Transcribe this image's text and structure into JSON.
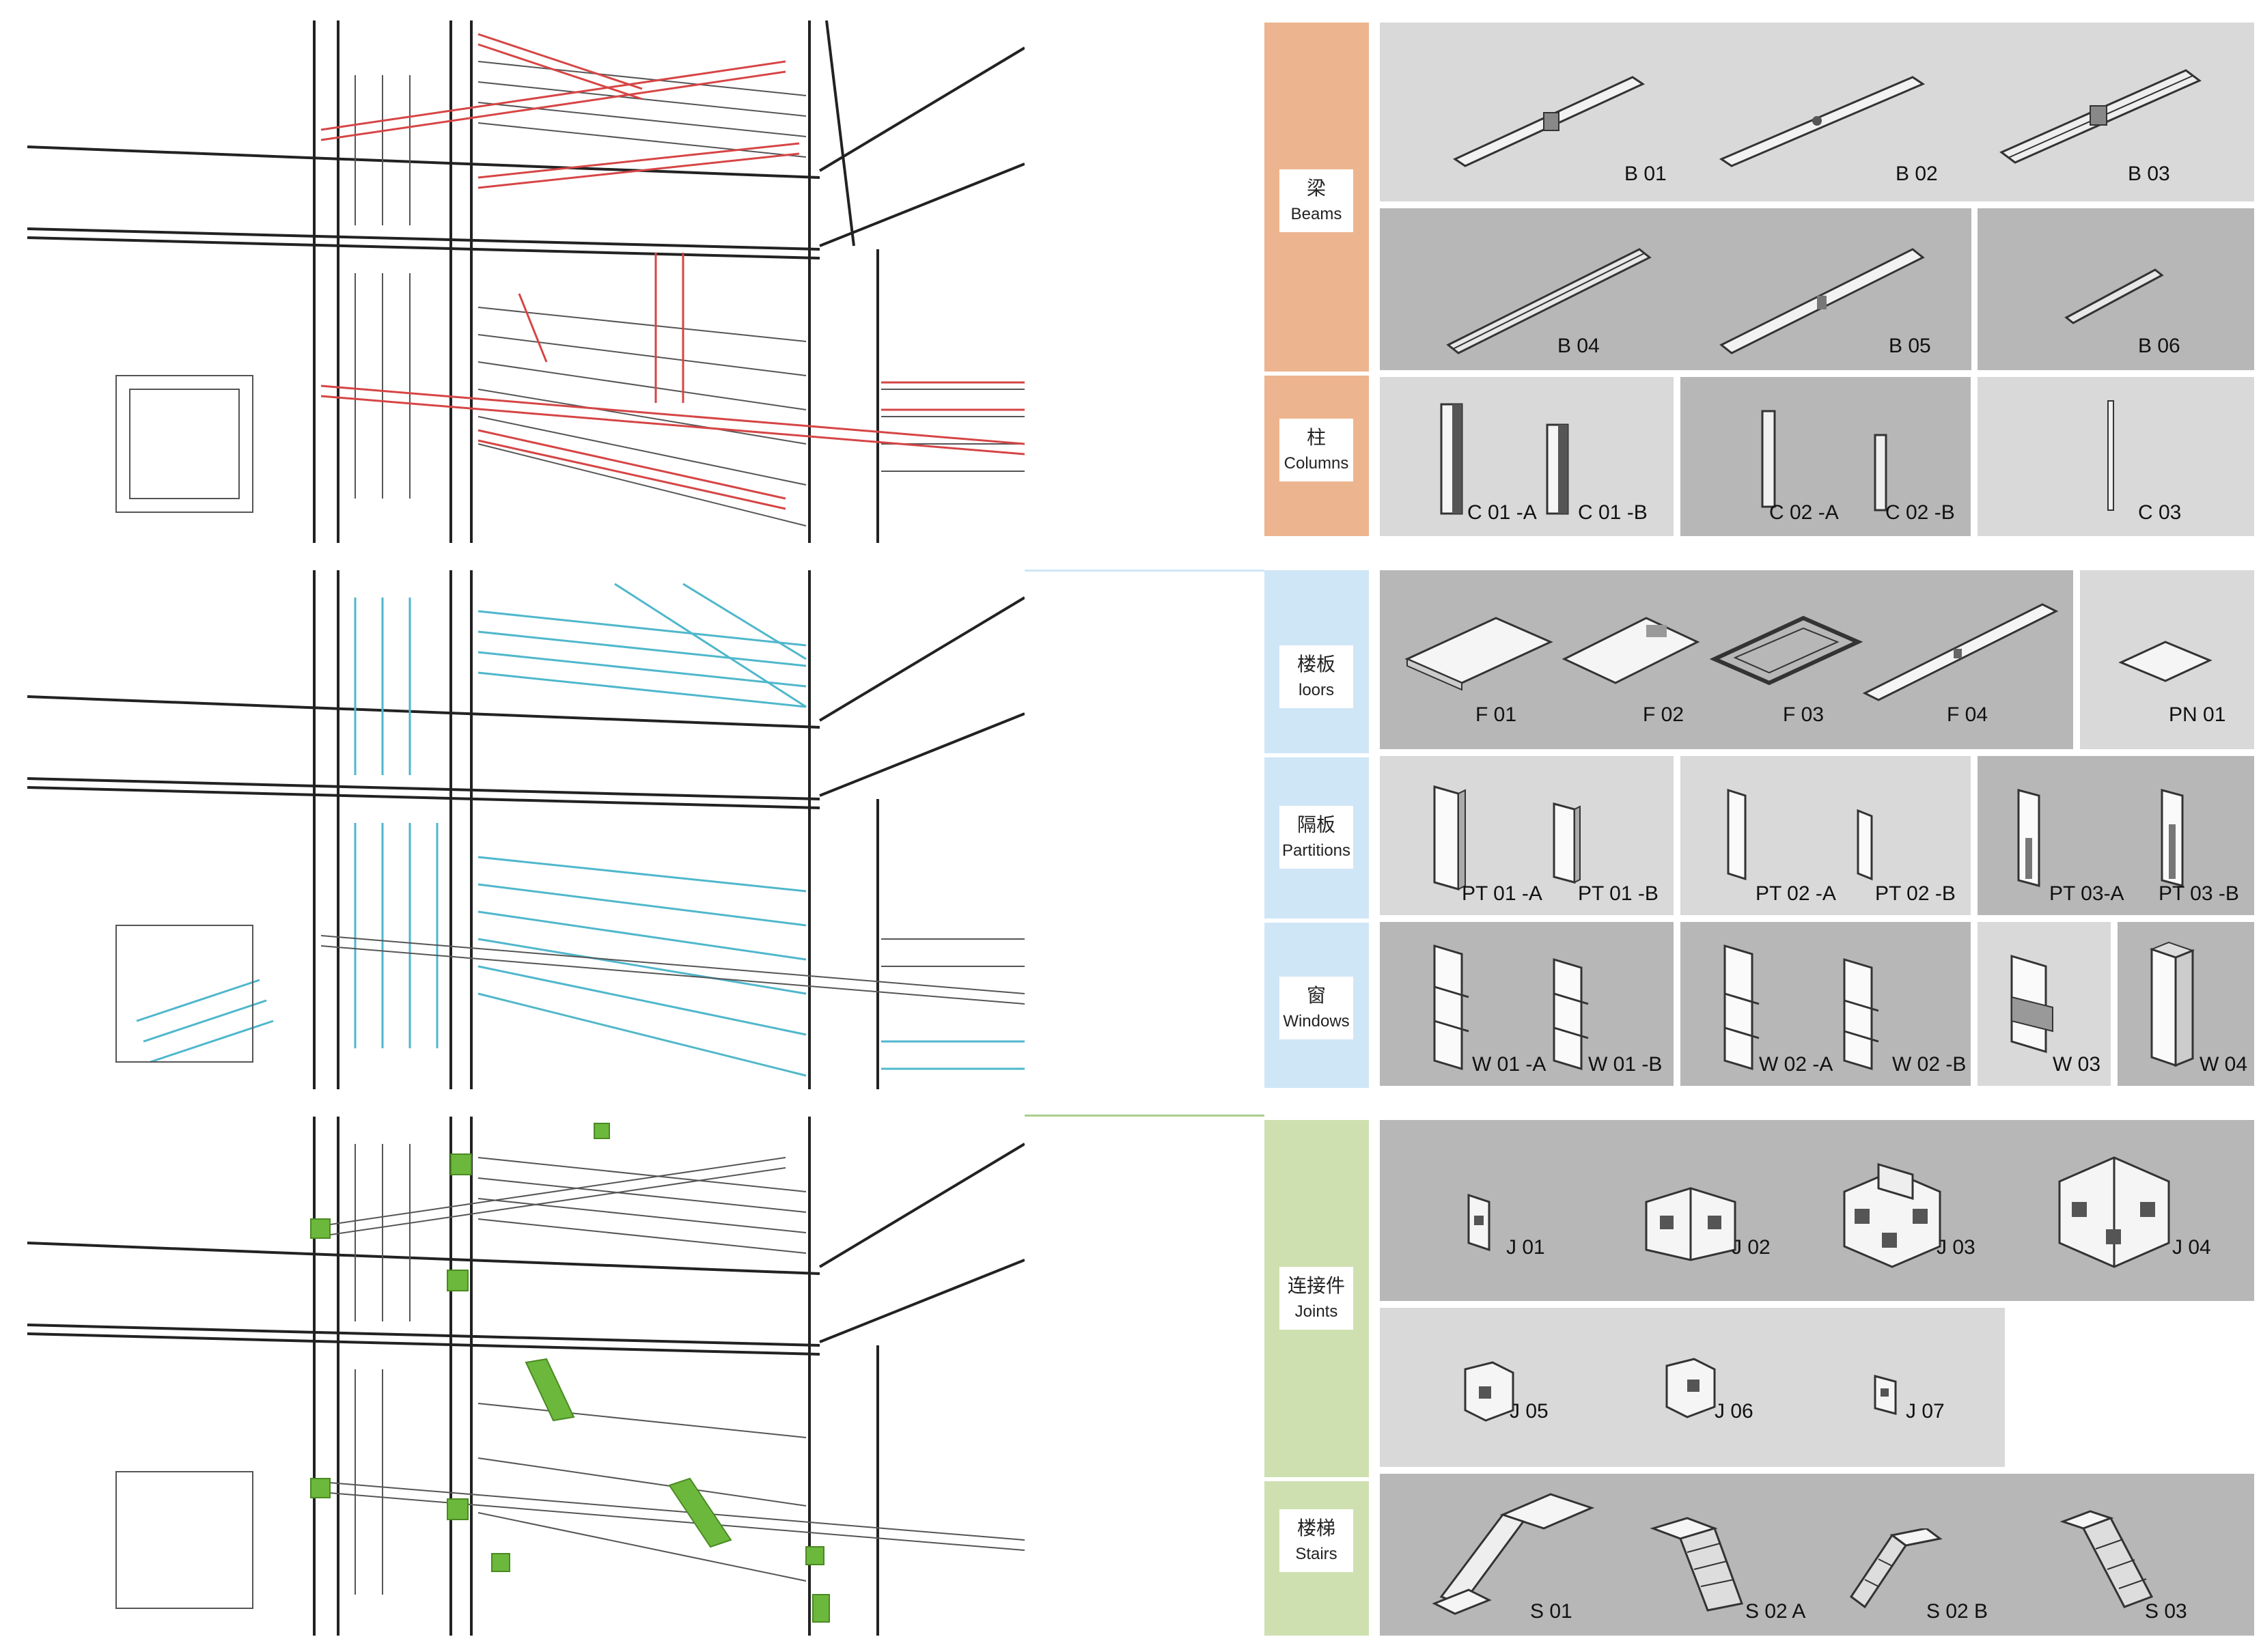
{
  "colors": {
    "red_accent": "#d64545",
    "cyan_accent": "#4fb7cc",
    "green_accent": "#6cb83c",
    "beams_columns": "#ecb58f",
    "floors_partitions_windows": "#cfe6f7",
    "joints_stairs": "#cfe0b0",
    "panel_light": "#d9d9d9",
    "panel_dark": "#b7b7b7"
  },
  "categories": {
    "beams": {
      "zh": "梁",
      "en": "Beams"
    },
    "columns": {
      "zh": "柱",
      "en": "Columns"
    },
    "floors": {
      "zh": "楼板",
      "en": "loors"
    },
    "partitions": {
      "zh": "隔板",
      "en": "Partitions"
    },
    "windows": {
      "zh": "窗",
      "en": "Windows"
    },
    "joints": {
      "zh": "连接件",
      "en": "Joints"
    },
    "stairs": {
      "zh": "楼梯",
      "en": "Stairs"
    }
  },
  "labels": {
    "beams": [
      "B 01",
      "B 02",
      "B 03",
      "B 04",
      "B 05",
      "B 06"
    ],
    "columns": [
      "C 01 -A",
      "C 01 -B",
      "C 02 -A",
      "C 02 -B",
      "C 03"
    ],
    "floors": [
      "F 01",
      "F 02",
      "F 03",
      "F 04",
      "PN 01"
    ],
    "partitions": [
      "PT 01 -A",
      "PT 01 -B",
      "PT 02 -A",
      "PT 02 -B",
      "PT 03-A",
      "PT 03 -B"
    ],
    "windows": [
      "W 01 -A",
      "W 01 -B",
      "W 02 -A",
      "W 02 -B",
      "W 03",
      "W 04"
    ],
    "joints": [
      "J 01",
      "J 02",
      "J 03",
      "J 04",
      "J 05",
      "J 06",
      "J 07"
    ],
    "stairs": [
      "S 01",
      "S 02 A",
      "S 02 B",
      "S 03"
    ]
  }
}
